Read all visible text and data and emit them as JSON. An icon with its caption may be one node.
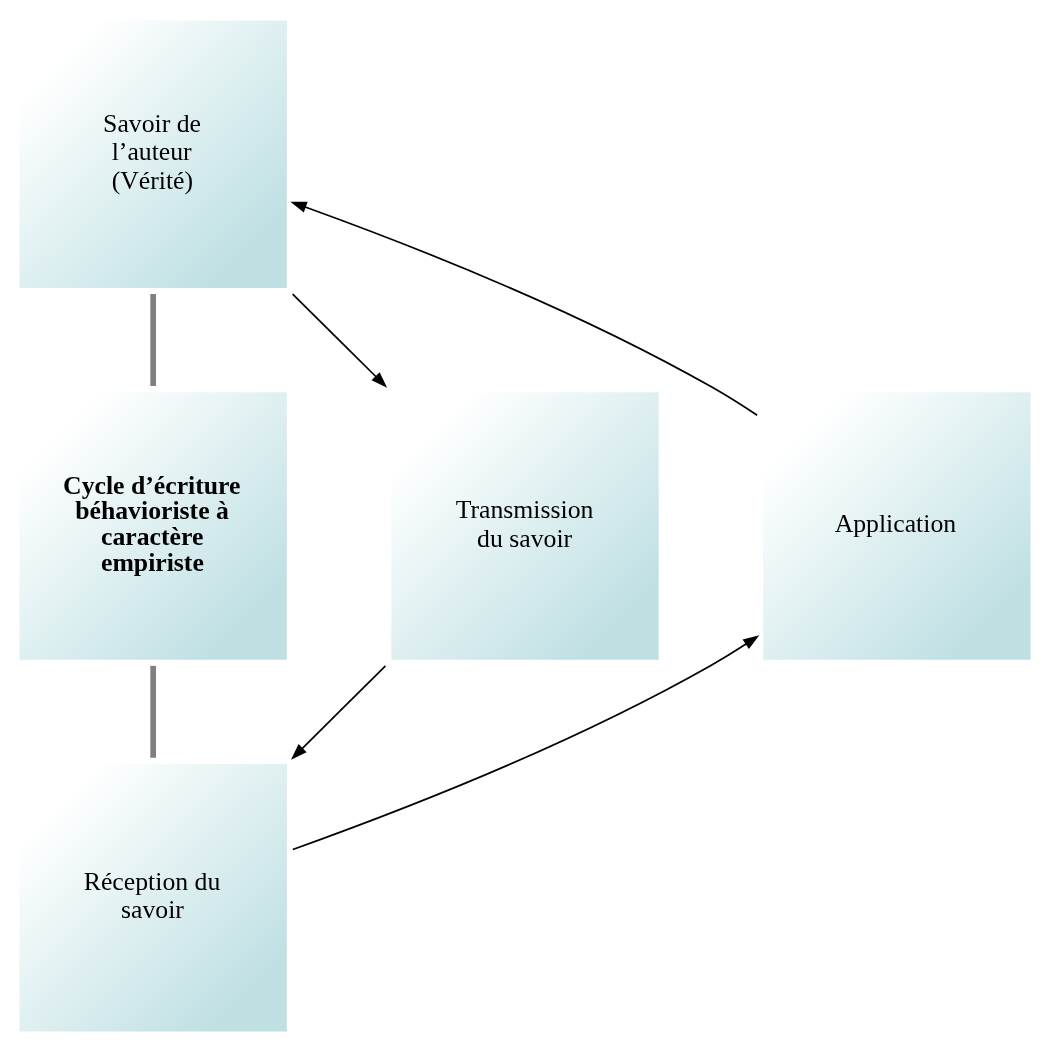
{
  "diagram": {
    "nodes": [
      {
        "text": [
          "Savoir de l’auteur (Vérité)"
        ]
      },
      {
        "text": [
          "Application"
        ]
      },
      {
        "text": [
          "Cycle d’écriture béhavioriste à caractère empiriste"
        ]
      },
      {
        "text": [
          "Transmission du savoir"
        ]
      },
      {
        "text": [
          "Réception du savoir"
        ]
      }
    ],
    "edges": [
      {
        "from": 1,
        "to": 0,
        "arrow": "to"
      },
      {
        "from": 0,
        "to": 3,
        "arrow": "to"
      },
      {
        "from": 3,
        "to": 4,
        "arrow": "to"
      },
      {
        "from": 4,
        "to": 1,
        "arrow": "to"
      },
      {
        "from": 0,
        "to": 2,
        "arrow": "none",
        "style": "thick",
        "color": "#808080"
      },
      {
        "from": 2,
        "to": 4,
        "arrow": "none",
        "style": "thick",
        "color": "#808080"
      }
    ]
  }
}
